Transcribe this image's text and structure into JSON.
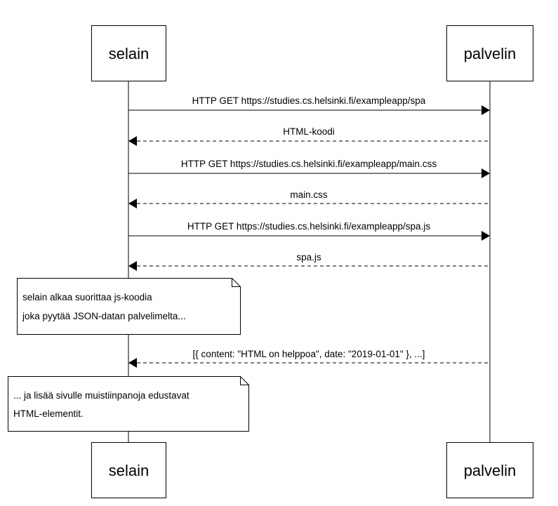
{
  "participants": {
    "client": "selain",
    "server": "palvelin"
  },
  "messages": [
    {
      "label": "HTTP GET https://studies.cs.helsinki.fi/exampleapp/spa",
      "direction": "request"
    },
    {
      "label": "HTML-koodi",
      "direction": "response"
    },
    {
      "label": "HTTP GET https://studies.cs.helsinki.fi/exampleapp/main.css",
      "direction": "request"
    },
    {
      "label": "main.css",
      "direction": "response"
    },
    {
      "label": "HTTP GET https://studies.cs.helsinki.fi/exampleapp/spa.js",
      "direction": "request"
    },
    {
      "label": "spa.js",
      "direction": "response"
    },
    {
      "label": "[{ content: \"HTML on helppoa\", date: \"2019-01-01\" }, ...]",
      "direction": "response"
    }
  ],
  "notes": [
    {
      "lines": [
        "selain alkaa suorittaa js-koodia",
        "joka pyytää JSON-datan palvelimelta..."
      ]
    },
    {
      "lines": [
        "... ja lisää sivulle muistiinpanoja edustavat",
        "HTML-elementit."
      ]
    }
  ]
}
